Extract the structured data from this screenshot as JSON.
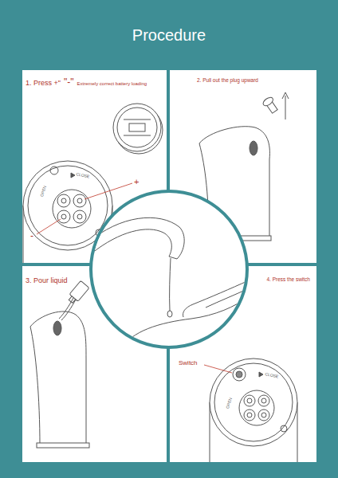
{
  "diagram": {
    "title": "Procedure",
    "nodes": [
      {
        "text": [
          "1. Press +\"",
          "\"-\"",
          "Extremely correct battery loading"
        ]
      },
      {
        "text": [
          "2. Pull out the plug upward"
        ]
      },
      {
        "text": [
          "3. Pour liquid"
        ]
      },
      {
        "text": [
          "4. Press the switch"
        ]
      }
    ],
    "labels": [
      "CLOSE",
      "OPEN",
      "+",
      "-",
      "Switch",
      "CLOSE",
      "OPEN"
    ]
  }
}
